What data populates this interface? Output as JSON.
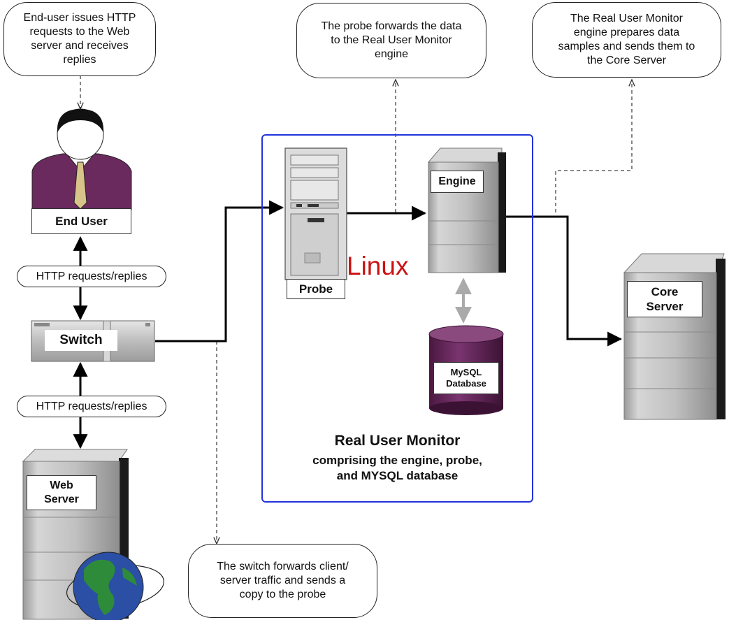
{
  "callouts": {
    "end_user_issues": "End-user issues HTTP\nrequests to the Web\nserver and receives\nreplies",
    "probe_forwards": "The probe forwards the data\nto the Real User Monitor\nengine",
    "engine_prepares": "The Real User Monitor\nengine prepares data\nsamples and sends them to\nthe Core Server",
    "switch_forwards": "The switch forwards client/\nserver traffic and sends a\ncopy to the probe"
  },
  "labels": {
    "end_user": "End User",
    "switch": "Switch",
    "web_server": "Web\nServer",
    "probe": "Probe",
    "engine": "Engine",
    "mysql": "MySQL\nDatabase",
    "core_server": "Core\nServer",
    "linux": "Linux"
  },
  "connections": {
    "http_upper": "HTTP requests/replies",
    "http_lower": "HTTP requests/replies"
  },
  "rum": {
    "title": "Real User Monitor",
    "subtitle": "comprising the engine, probe,\nand MYSQL database"
  },
  "colors": {
    "rum_border": "#2233dd",
    "linux_text": "#cc1111",
    "person_shirt": "#6b2a5e",
    "tie": "#d8c38a",
    "server_gray": "#b8b8b8",
    "database": "#6b2a5e",
    "globe_ocean": "#2b4fa5",
    "globe_land": "#2e8b3a"
  }
}
